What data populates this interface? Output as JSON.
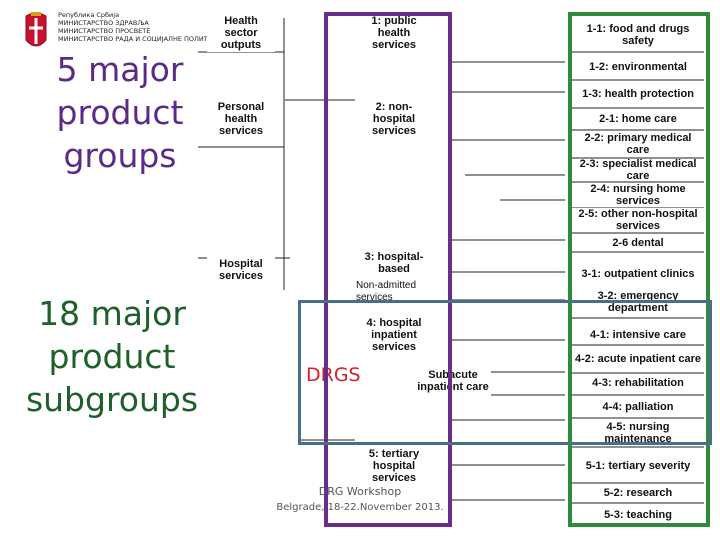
{
  "header": {
    "ministry_lines": [
      "Република Србија",
      "МИНИСТАРСТВО ЗДРАВЉА",
      "МИНИСТАРСТВО ПРОСВЕТЕ",
      "МИНИСТАРСТВО РАДА И СОЦИЈАЛНЕ ПОЛИТИКЕ"
    ]
  },
  "left": {
    "groups_text": [
      "5 major",
      "product",
      "groups"
    ],
    "subgroups_text": [
      "18 major",
      "product",
      "subgroups"
    ]
  },
  "col1": [
    {
      "label": "Health sector outputs"
    },
    {
      "label": "Personal health services"
    },
    {
      "label": "Hospital services"
    }
  ],
  "col2": [
    {
      "label": "1: public health services"
    },
    {
      "label": "2: non-hospital services"
    },
    {
      "label": "3: hospital-based"
    },
    {
      "label": "4: hospital inpatient services"
    },
    {
      "label": "5: tertiary hospital services"
    }
  ],
  "non_admitted": "Non-admitted services",
  "subacute": "Subacute inpatient care",
  "drgs": "DRGS",
  "col3": [
    {
      "label": "1-1: food and drugs safety"
    },
    {
      "label": "1-2: environmental"
    },
    {
      "label": "1-3: health protection"
    },
    {
      "label": "2-1: home care"
    },
    {
      "label": "2-2: primary medical care"
    },
    {
      "label": "2-3: specialist medical care"
    },
    {
      "label": "2-4: nursing home services"
    },
    {
      "label": "2-5: other non-hospital services"
    },
    {
      "label": "2-6 dental"
    },
    {
      "label": "3-1: outpatient clinics"
    },
    {
      "label": "3-2: emergency department"
    },
    {
      "label": "4-1: intensive care"
    },
    {
      "label": "4-2: acute inpatient care"
    },
    {
      "label": "4-3: rehabilitation"
    },
    {
      "label": "4-4: palliation"
    },
    {
      "label": "4-5: nursing maintenance"
    },
    {
      "label": "5-1: tertiary severity"
    },
    {
      "label": "5-2: research"
    },
    {
      "label": "5-3: teaching"
    }
  ],
  "footer": {
    "line1": "DRG Workshop",
    "line2": "Belgrade, 18-22.November 2013."
  },
  "colors": {
    "purple": "#6a2c8c",
    "green": "#2e8b3a",
    "steel": "#4a6d8c"
  }
}
